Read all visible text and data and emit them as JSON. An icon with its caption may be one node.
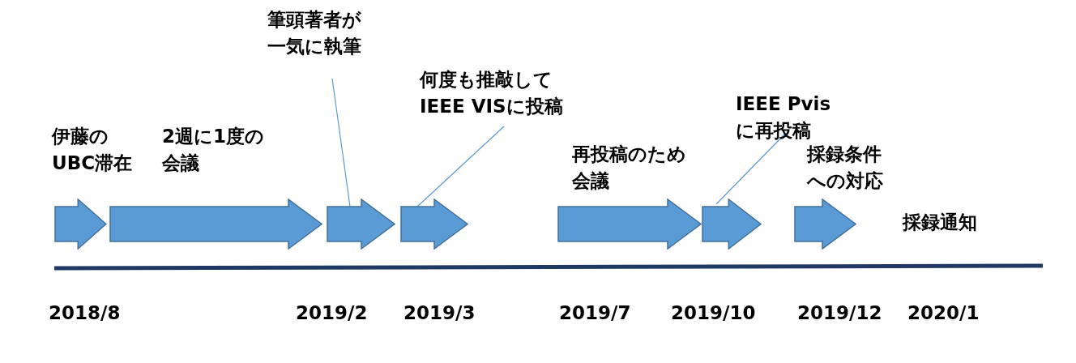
{
  "diagram": {
    "nodes": [
      {
        "text": [],
        "shape": "arrow",
        "beside": [
          "伊藤のUBC滞在"
        ]
      },
      {
        "text": [],
        "shape": "arrow",
        "beside": [
          "2週に1度の会議"
        ]
      },
      {
        "text": [],
        "shape": "arrow"
      },
      {
        "text": [],
        "shape": "arrow"
      },
      {
        "text": [],
        "shape": "arrow",
        "beside": [
          "再投稿のため会議"
        ]
      },
      {
        "text": [],
        "shape": "arrow"
      },
      {
        "text": [],
        "shape": "arrow",
        "beside": [
          "採録条件への対応"
        ]
      },
      {
        "text": [
          "筆頭著者が一気に執筆"
        ]
      },
      {
        "text": [
          "何度も推敲してIEEE VISに投稿"
        ]
      },
      {
        "text": [
          "IEEE Pvisに再投稿"
        ]
      }
    ],
    "edges": [
      {
        "from": 7,
        "to": 2,
        "arrow": "none"
      },
      {
        "from": 8,
        "to": 3,
        "arrow": "none"
      },
      {
        "from": 9,
        "to": 5,
        "arrow": "none"
      }
    ],
    "labels": [
      "採録通知",
      "2018/8",
      "2019/2",
      "2019/3",
      "2019/7",
      "2019/10",
      "2019/12",
      "2020/1"
    ]
  }
}
